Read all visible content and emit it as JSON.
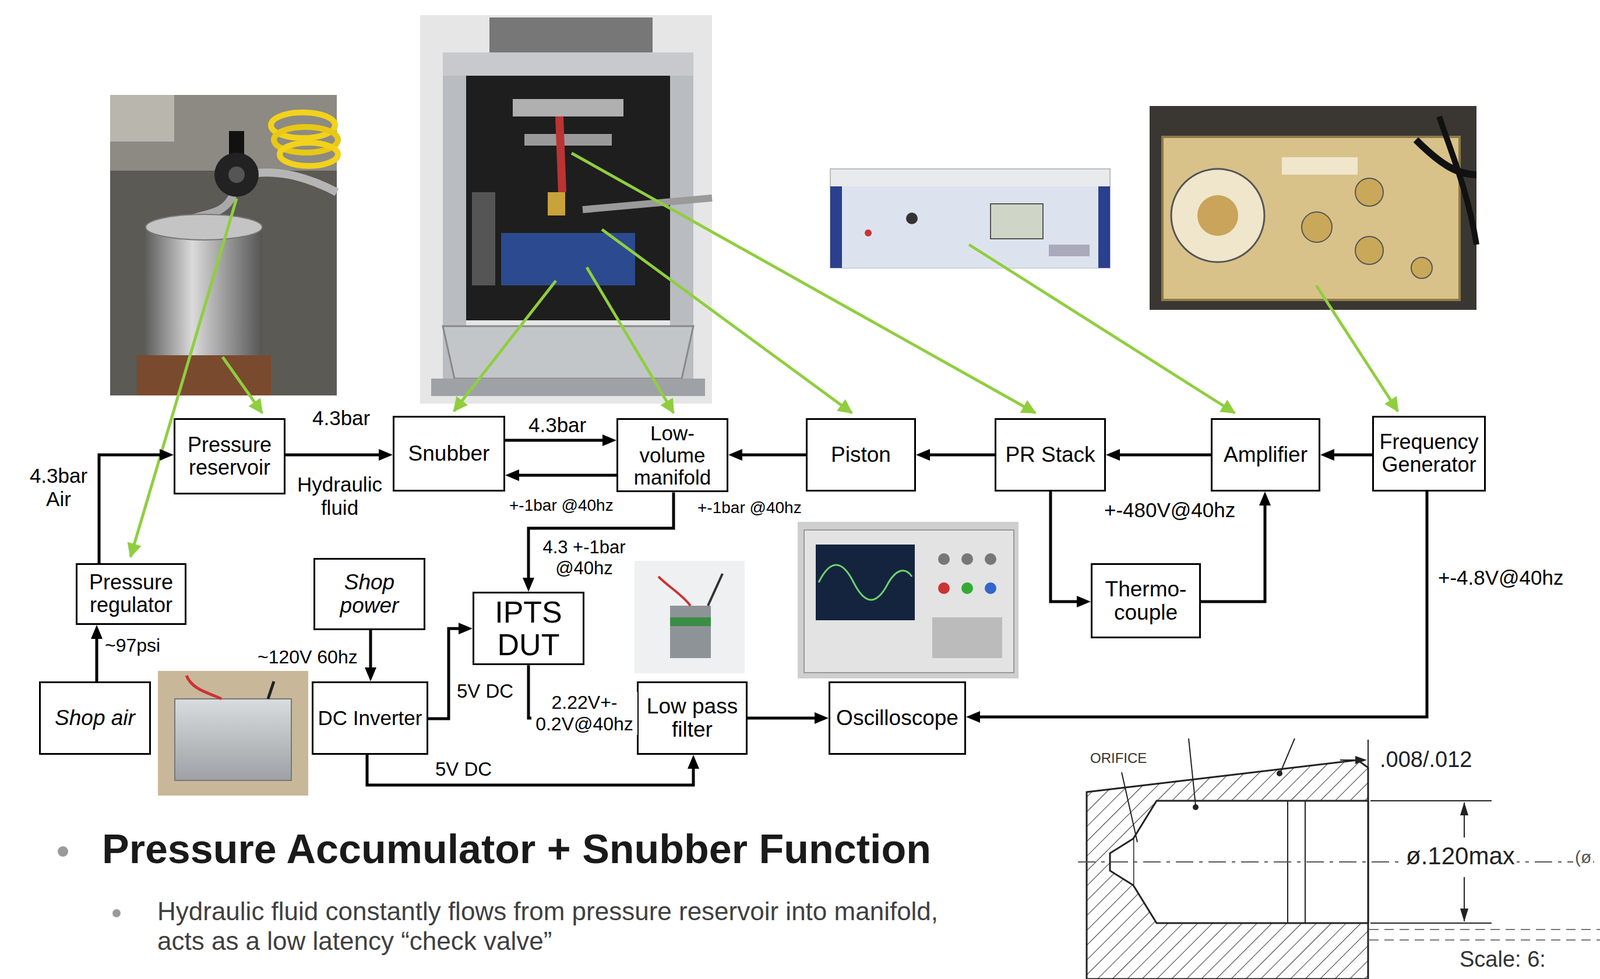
{
  "diagram": {
    "nodes": [
      {
        "text": [
          "Pressure reservoir"
        ]
      },
      {
        "text": [
          "Snubber"
        ]
      },
      {
        "text": [
          "Low-volume manifold"
        ]
      },
      {
        "text": [
          "Piston"
        ]
      },
      {
        "text": [
          "PR Stack"
        ]
      },
      {
        "text": [
          "Amplifier"
        ]
      },
      {
        "text": [
          "Frequency Generator"
        ]
      },
      {
        "text": [
          "Pressure regulator"
        ]
      },
      {
        "text": [
          "Shop power"
        ]
      },
      {
        "text": [
          "IPTS DUT"
        ]
      },
      {
        "text": [
          "Thermo-couple"
        ]
      },
      {
        "text": [
          "Shop air"
        ]
      },
      {
        "text": [
          "DC Inverter"
        ]
      },
      {
        "text": [
          "Low pass filter"
        ]
      },
      {
        "text": [
          "Oscilloscope"
        ]
      }
    ],
    "edges": [
      {
        "from": 11,
        "to": 7,
        "arrow": "to",
        "label": "~97psi"
      },
      {
        "from": 7,
        "to": 0,
        "arrow": "to",
        "label": "4.3bar Air"
      },
      {
        "from": 0,
        "to": 1,
        "arrow": "to",
        "label": "4.3bar"
      },
      {
        "from": 1,
        "to": 2,
        "arrow": "to",
        "label": "4.3bar"
      },
      {
        "from": 2,
        "to": 1,
        "arrow": "to",
        "label": "+-1bar @40hz"
      },
      {
        "from": 3,
        "to": 2,
        "arrow": "to",
        "label": "+-1bar @40hz"
      },
      {
        "from": 4,
        "to": 3,
        "arrow": "to"
      },
      {
        "from": 5,
        "to": 4,
        "arrow": "to",
        "label": "+-480V@40hz"
      },
      {
        "from": 6,
        "to": 5,
        "arrow": "to"
      },
      {
        "from": 4,
        "to": 10,
        "arrow": "to"
      },
      {
        "from": 10,
        "to": 5,
        "arrow": "to"
      },
      {
        "from": 6,
        "to": 14,
        "arrow": "to",
        "label": "+-4.8V@40hz"
      },
      {
        "from": 2,
        "to": 9,
        "arrow": "to",
        "label": "4.3 +-1bar @40hz"
      },
      {
        "from": 8,
        "to": 12,
        "arrow": "to",
        "label": "~120V 60hz"
      },
      {
        "from": 12,
        "to": 9,
        "arrow": "to",
        "label": "5V DC"
      },
      {
        "from": 12,
        "to": 13,
        "arrow": "to",
        "label": "5V DC"
      },
      {
        "from": 9,
        "to": 13,
        "arrow": "to",
        "label": "2.22V+- 0.2V@40hz"
      },
      {
        "from": 13,
        "to": 14,
        "arrow": "to"
      }
    ],
    "labels": [
      "Hydraulic fluid",
      "Pressure Accumulator + Snubber Function",
      "Hydraulic fluid constantly flows from pressure reservoir into manifold, acts as a low latency “check valve”",
      "ORIFICE",
      ".008/.012",
      "ø.120max",
      "(ø",
      "Scale: 6:"
    ]
  }
}
